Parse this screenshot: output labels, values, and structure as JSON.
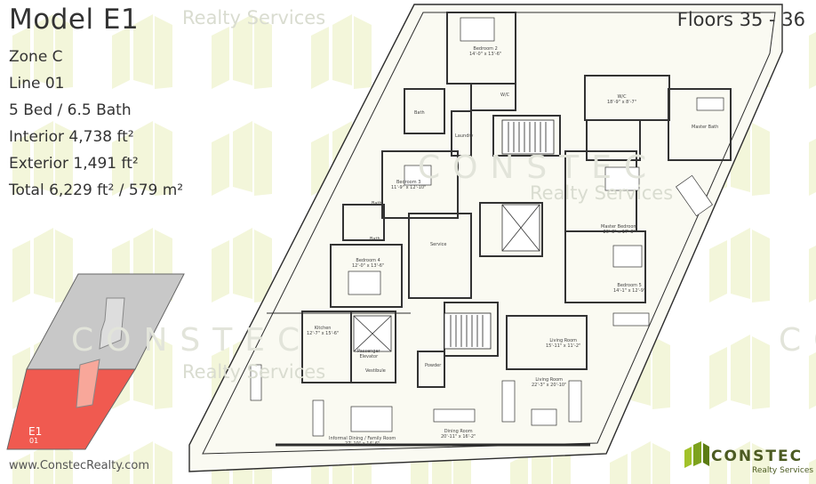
{
  "header": {
    "model": "Model E1",
    "specs": [
      "Zone C",
      "Line 01",
      "5 Bed / 6.5 Bath",
      "Interior 4,738 ft²",
      "Exterior 1,491 ft²",
      "Total 6,229 ft² / 579 m²"
    ],
    "floors": "Floors 35 - 36"
  },
  "watermark": {
    "company": "CONSTEC",
    "services": "Realty Services"
  },
  "footer": {
    "url": "www.ConstecRealty.com",
    "brand": "CONSTEC",
    "brand_sub": "Realty Services"
  },
  "keyplan": {
    "unit": "E1",
    "line": "01",
    "colors": {
      "highlight": "#f05a50",
      "other": "#c8c8c8"
    }
  },
  "rooms": [
    {
      "id": "bedroom2",
      "label": "Bedroom 2\n14'-0\" x 13'-6\""
    },
    {
      "id": "wic1",
      "label": "W/C"
    },
    {
      "id": "bath1",
      "label": "Bath"
    },
    {
      "id": "laundry",
      "label": "Laundry"
    },
    {
      "id": "wic2",
      "label": "W/C\n18'-9\" x 8'-7\""
    },
    {
      "id": "masterbath",
      "label": "Master Bath"
    },
    {
      "id": "bedroom3",
      "label": "Bedroom 3\n11'-9\" x 12'-10\""
    },
    {
      "id": "bath2",
      "label": "Bath"
    },
    {
      "id": "bath3",
      "label": "Bath"
    },
    {
      "id": "service",
      "label": "Service"
    },
    {
      "id": "masterbedroom",
      "label": "Master Bedroom\n20'-3\" x 17'-3\""
    },
    {
      "id": "bedroom4",
      "label": "Bedroom 4\n12'-0\" x 13'-6\""
    },
    {
      "id": "bedroom5",
      "label": "Bedroom 5\n14'-1\" x 12'-9\""
    },
    {
      "id": "kitchen",
      "label": "Kitchen\n12'-7\" x 15'-6\""
    },
    {
      "id": "elevator",
      "label": "Passenger\nElevator"
    },
    {
      "id": "vestibule",
      "label": "Vestibule"
    },
    {
      "id": "powder",
      "label": "Powder"
    },
    {
      "id": "livingroom1",
      "label": "Living Room\n15'-11\" x 11'-2\""
    },
    {
      "id": "livingroom2",
      "label": "Living Room\n22'-3\" x 20'-10\""
    },
    {
      "id": "informaldining",
      "label": "Informal Dining / Family Room\n27'-10\" x 14'-6\""
    },
    {
      "id": "diningroom",
      "label": "Dining Room\n20'-11\" x 16'-2\""
    }
  ]
}
